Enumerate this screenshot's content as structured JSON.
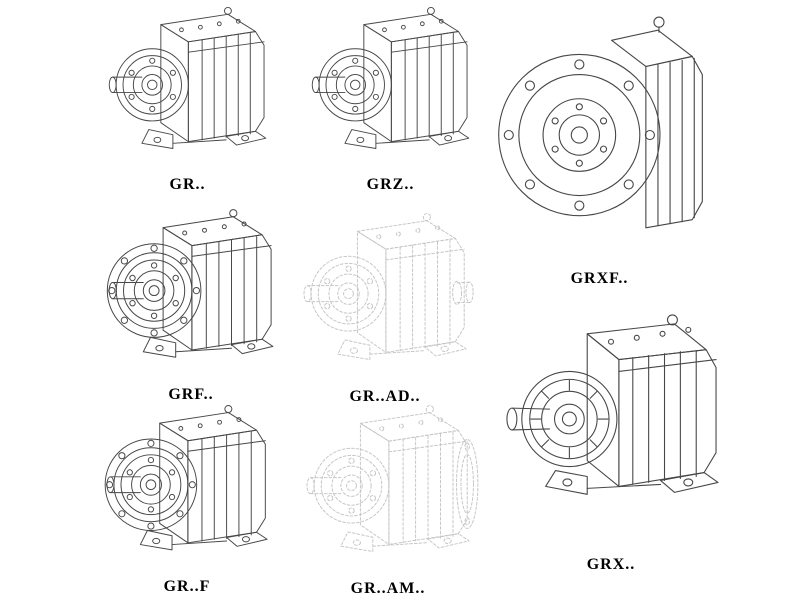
{
  "page": {
    "background": "#ffffff",
    "line_color": "#474747",
    "phantom_line_color": "#c6c6c6",
    "label_color": "#000000"
  },
  "figures": [
    {
      "label": "GR..",
      "style": "solid",
      "type": "foot-mounted-gear-unit"
    },
    {
      "label": "GRZ..",
      "style": "solid",
      "type": "foot-mounted-gear-unit"
    },
    {
      "label": "GRXF..",
      "style": "solid",
      "type": "flange-mounted-gear-unit-front"
    },
    {
      "label": "GRF..",
      "style": "solid",
      "type": "flange-foot-gear-unit"
    },
    {
      "label": "GR..AD..",
      "style": "phantom",
      "type": "gear-unit-with-input-adapter"
    },
    {
      "label": "GRX..",
      "style": "solid",
      "type": "large-foot-mounted-gear-unit"
    },
    {
      "label": "GR..F",
      "style": "solid",
      "type": "flange-foot-gear-unit"
    },
    {
      "label": "GR..AM..",
      "style": "phantom",
      "type": "gear-unit-with-motor-flange"
    }
  ]
}
